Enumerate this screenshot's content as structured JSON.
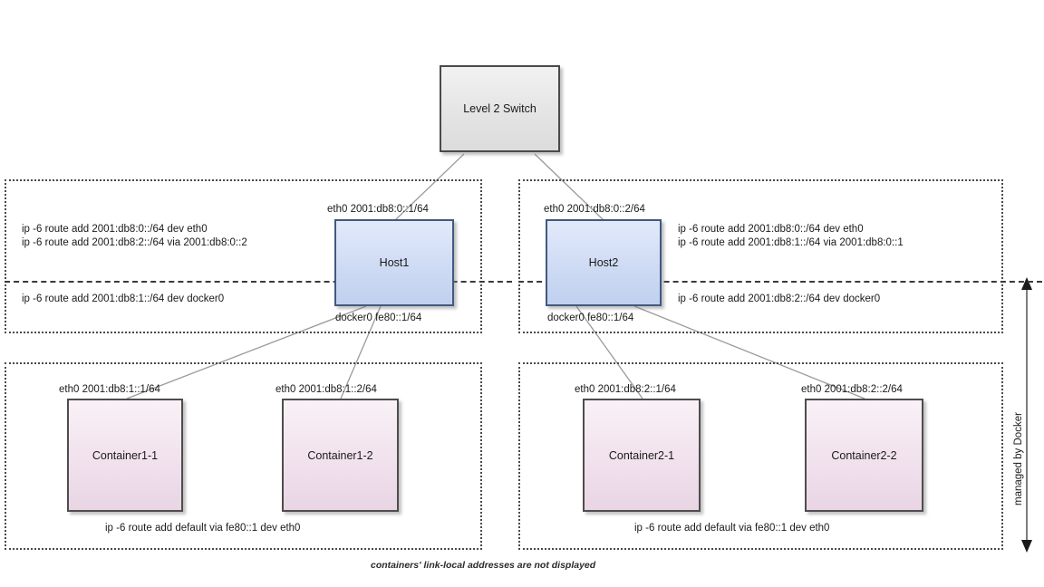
{
  "diagram": {
    "caption": "containers' link-local addresses are not displayed",
    "docker_scope_label": "managed by Docker",
    "colors": {
      "host_fill": "#cfdbf4",
      "container_fill": "#f0e0ec",
      "switch_fill": "#e4e4e4",
      "border": "#4d4d4d"
    }
  },
  "switch": {
    "label": "Level 2 Switch"
  },
  "hosts": [
    {
      "label": "Host1",
      "eth0_label": "eth0 2001:db8:0::1/64",
      "docker0_label": "docker0 fe80::1/64",
      "routes_above": [
        "ip -6 route add 2001:db8:0::/64 dev eth0",
        "ip -6 route add 2001:db8:2::/64 via 2001:db8:0::2"
      ],
      "routes_below": [
        "ip -6 route add 2001:db8:1::/64 dev docker0"
      ]
    },
    {
      "label": "Host2",
      "eth0_label": "eth0 2001:db8:0::2/64",
      "docker0_label": "docker0 fe80::1/64",
      "routes_above": [
        "ip -6 route add 2001:db8:0::/64 dev eth0",
        "ip -6 route add 2001:db8:1::/64 via 2001:db8:0::1"
      ],
      "routes_below": [
        "ip -6 route add 2001:db8:2::/64 dev docker0"
      ]
    }
  ],
  "container_groups": [
    {
      "route_label": "ip -6 route add default via fe80::1 dev eth0",
      "containers": [
        {
          "label": "Container1-1",
          "eth0_label": "eth0 2001:db8:1::1/64"
        },
        {
          "label": "Container1-2",
          "eth0_label": "eth0 2001:db8:1::2/64"
        }
      ]
    },
    {
      "route_label": "ip -6 route add default via fe80::1 dev eth0",
      "containers": [
        {
          "label": "Container2-1",
          "eth0_label": "eth0 2001:db8:2::1/64"
        },
        {
          "label": "Container2-2",
          "eth0_label": "eth0 2001:db8:2::2/64"
        }
      ]
    }
  ]
}
